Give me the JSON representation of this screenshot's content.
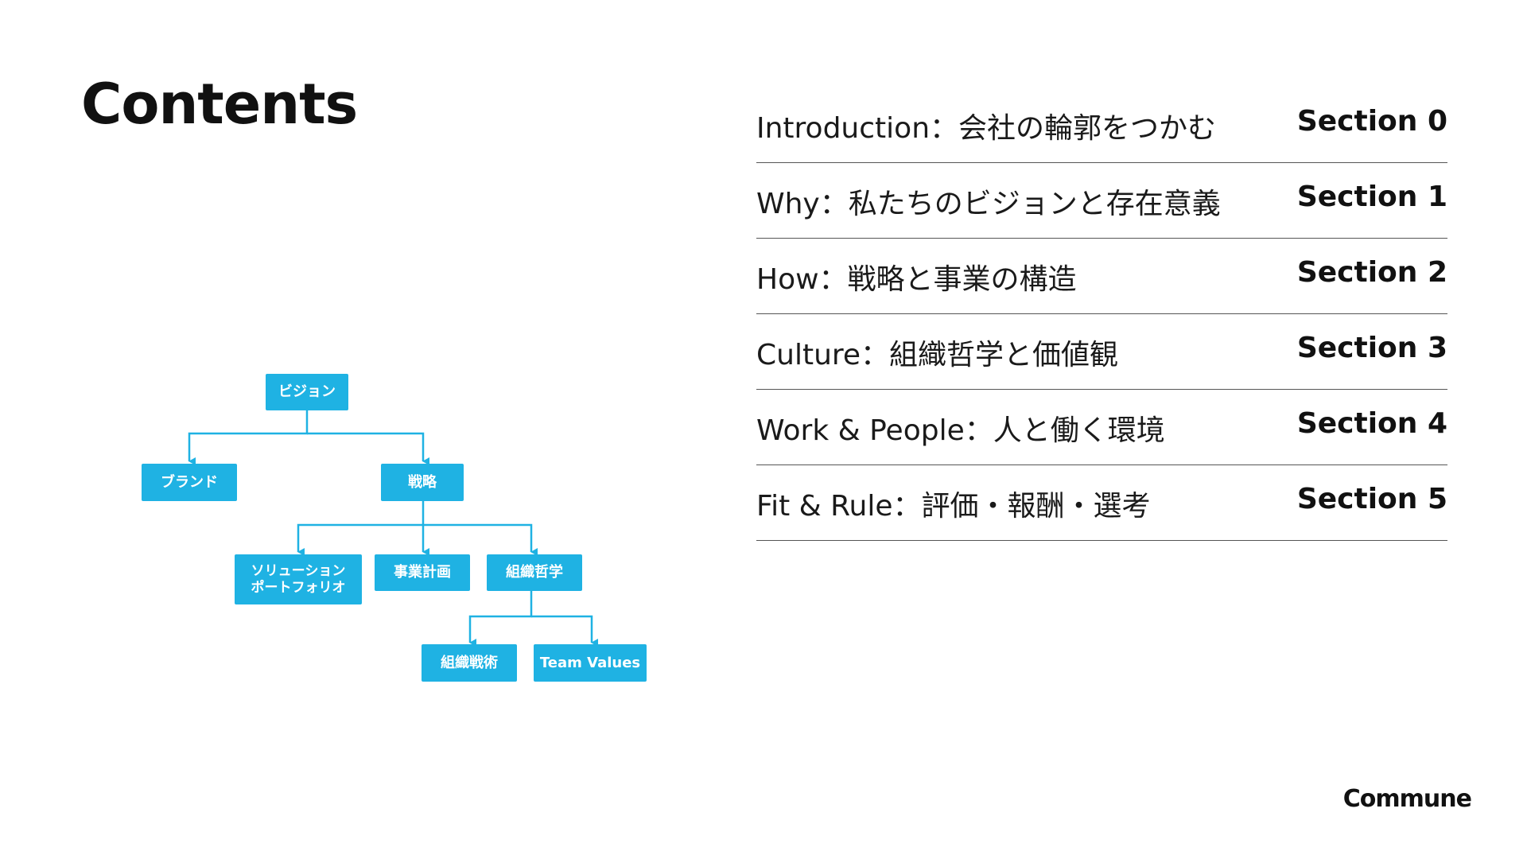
{
  "page": {
    "title": "Contents"
  },
  "toc": [
    {
      "label": "Introduction：会社の輪郭をつかむ",
      "section": "Section 0"
    },
    {
      "label": "Why：私たちのビジョンと存在意義",
      "section": "Section 1"
    },
    {
      "label": "How：戦略と事業の構造",
      "section": "Section 2"
    },
    {
      "label": "Culture：組織哲学と価値観",
      "section": "Section 3"
    },
    {
      "label": "Work & People：人と働く環境",
      "section": "Section 4"
    },
    {
      "label": "Fit &  Rule：評価・報酬・選考",
      "section": "Section 5"
    }
  ],
  "diagram": {
    "color": "#1fb2e3",
    "nodes": {
      "vision": "ビジョン",
      "brand": "ブランド",
      "strategy": "戦略",
      "solution_portfolio": "ソリューション\nポートフォリオ",
      "business_plan": "事業計画",
      "org_philosophy": "組織哲学",
      "org_tactics": "組織戦術",
      "team_values": "Team Values"
    }
  },
  "logo": {
    "text": "Commune"
  }
}
